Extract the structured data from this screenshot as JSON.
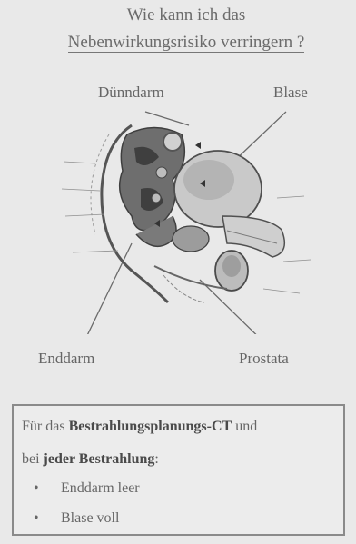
{
  "title": {
    "line1": "Wie kann ich das",
    "line2": "Nebenwirkungsrisiko verringern ?"
  },
  "labels": {
    "duenndarm": "Dünndarm",
    "blase": "Blase",
    "enddarm": "Enddarm",
    "prostata": "Prostata"
  },
  "info_box": {
    "line1_prefix": "Für das ",
    "line1_bold": "Bestrahlungsplanungs-CT",
    "line1_suffix": " und",
    "line2_prefix": "bei ",
    "line2_bold": "jeder Bestrahlung",
    "line2_suffix": ":",
    "bullet_glyph": "•",
    "items": [
      "Enddarm leer",
      "Blase voll"
    ]
  }
}
